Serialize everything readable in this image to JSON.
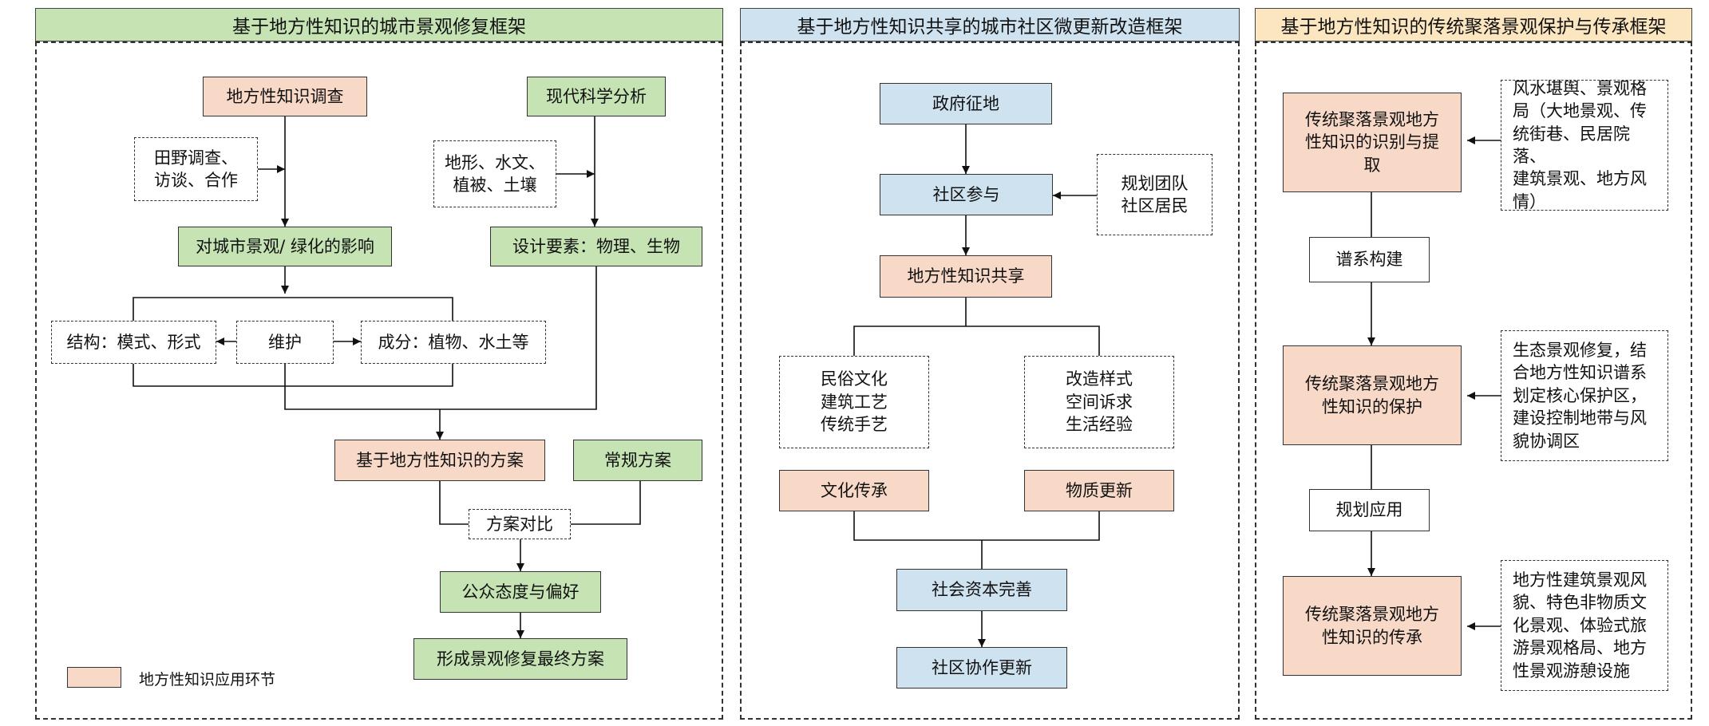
{
  "panels": {
    "left": {
      "title": "基于地方性知识的城市景观修复框架",
      "header_color": "#c5e3b3",
      "boxes": {
        "survey": "地方性知识调查",
        "modern": "现代科学分析",
        "fieldwork": "田野调查、\n访谈、合作",
        "terrain": "地形、水文、\n植被、土壤",
        "impact": "对城市景观/ 绿化的影响",
        "design": "设计要素：物理、生物",
        "structure": "结构：模式、形式",
        "maintain": "维护",
        "component": "成分：植物、水土等",
        "plan_local": "基于地方性知识的方案",
        "plan_regular": "常规方案",
        "compare": "方案对比",
        "public": "公众态度与偏好",
        "final": "形成景观修复最终方案"
      },
      "legend": "地方性知识应用环节"
    },
    "middle": {
      "title": "基于地方性知识共享的城市社区微更新改造框架",
      "header_color": "#cfe2f0",
      "boxes": {
        "gov": "政府征地",
        "community": "社区参与",
        "team": "规划团队\n社区居民",
        "share": "地方性知识共享",
        "folk": "民俗文化\n建筑工艺\n传统手艺",
        "renovate": "改造样式\n空间诉求\n生活经验",
        "culture": "文化传承",
        "material": "物质更新",
        "capital": "社会资本完善",
        "collab": "社区协作更新"
      }
    },
    "right": {
      "title": "基于地方性知识的传统聚落景观保护与传承框架",
      "header_color": "#fce6bf",
      "boxes": {
        "identify": "传统聚落景观地方\n性知识的识别与提\n取",
        "fengshui": "风水堪舆、景观格\n局（大地景观、传\n统街巷、民居院落、\n建筑景观、地方风\n情）",
        "genealogy": "谱系构建",
        "protect": "传统聚落景观地方\n性知识的保护",
        "eco": "生态景观修复，结\n合地方性知识谱系\n划定核心保护区，\n建设控制地带与风\n貌协调区",
        "apply": "规划应用",
        "inherit": "传统聚落景观地方\n性知识的传承",
        "arch": "地方性建筑景观风\n貌、特色非物质文\n化景观、体验式旅\n游景观格局、地方\n性景观游憩设施"
      }
    }
  },
  "colors": {
    "pink": "#f8d9c7",
    "green": "#c5e3b3",
    "blue": "#cfe2f0",
    "yellow": "#fce6bf"
  }
}
